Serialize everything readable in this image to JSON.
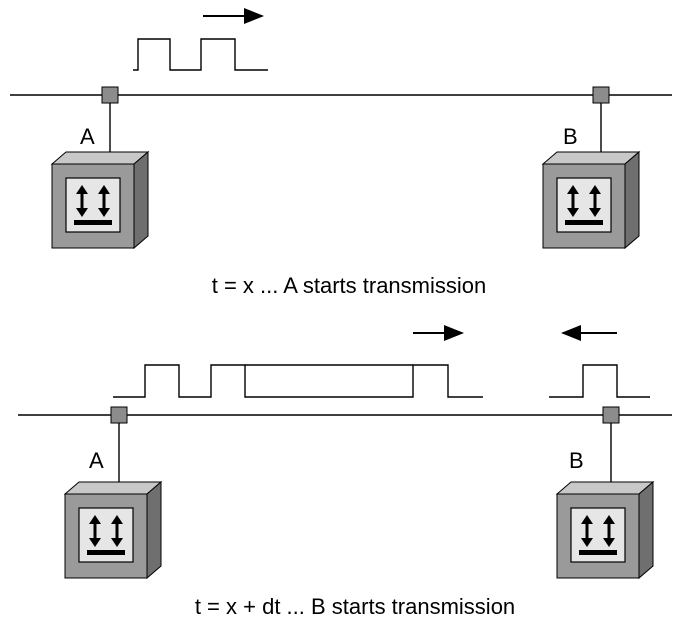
{
  "panels": [
    {
      "station_a_label": "A",
      "station_b_label": "B",
      "caption": "t = x ... A starts transmission"
    },
    {
      "station_a_label": "A",
      "station_b_label": "B",
      "caption": "t = x + dt ... B starts transmission"
    }
  ],
  "colors": {
    "line": "#000000",
    "tap": "#8c8c8c",
    "box_front": "#9a9a9a",
    "box_top": "#c8c8c8",
    "box_side": "#6f6f6f",
    "screen": "#e6e6e6"
  }
}
